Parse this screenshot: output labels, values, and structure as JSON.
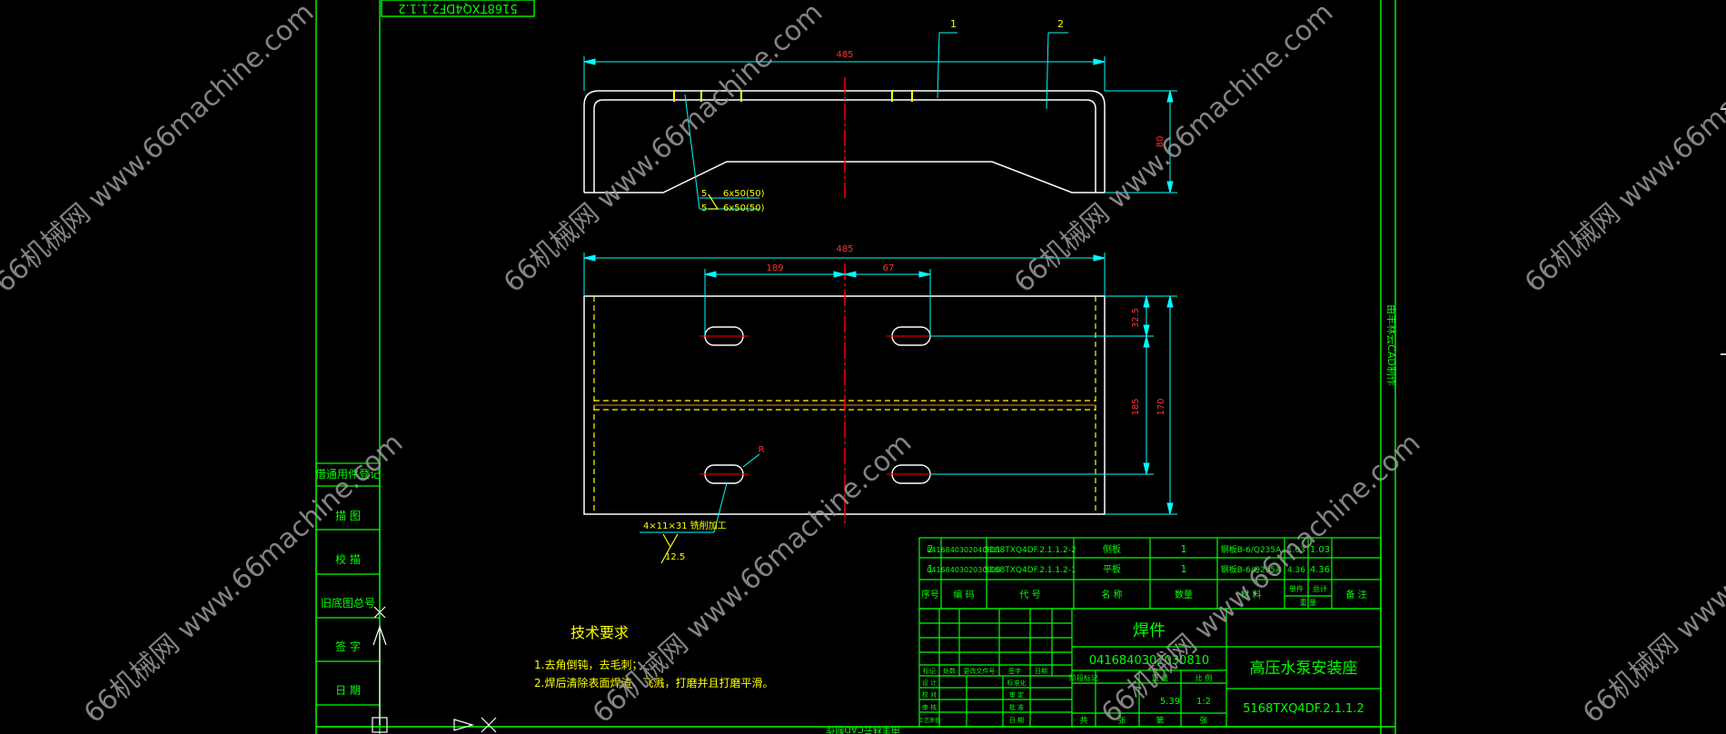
{
  "colors": {
    "background": "#000000",
    "frame": "#00ff00",
    "part_outline": "#ffffff",
    "dimension": "#00ffff",
    "center_line": "#ff0000",
    "weld_mark": "#ffff00",
    "watermark": "#9a9a9a"
  },
  "watermark": "66机械网 www.66machine.com",
  "frame": {
    "top_stamp": "5168TXQ4DF2.1.1.2",
    "side_note": "由丰林云CAD制作",
    "bottom_note": "由丰林云CAD制作"
  },
  "balloons": [
    "1",
    "2"
  ],
  "dims": {
    "top_width": "485",
    "top_height": "80",
    "plan_width": "485",
    "left_offset": "189",
    "right_offset": "67",
    "slot_top": "32.5",
    "slot_pitch": "185",
    "total_height": "170",
    "radius": "R"
  },
  "weld": {
    "line1_num": "5",
    "line1_spec": "6x50(50)",
    "line2_num": "5",
    "line2_spec": "6x50(50)"
  },
  "slot_note": {
    "label": "4×11×31 铣削加工",
    "roughness": "12.5"
  },
  "tech_req": {
    "title": "技术要求",
    "line1": "1.去角倒钝，去毛刺；",
    "line2": "2.焊后清除表面焊渣、飞溅，打磨并且打磨平滑。"
  },
  "left_table": [
    "借通用件登记",
    "描 图",
    "校 描",
    "旧底图总号",
    "签 字",
    "日 期"
  ],
  "bom": {
    "rows": [
      [
        "2",
        "0416840302040811",
        "5168TXQ4DF.2.1.1.2-2",
        "侧板",
        "1",
        "钢板B-6/Q235A",
        "1.03",
        "1.03"
      ],
      [
        "1",
        "0416840302030910",
        "5168TXQ4DF.2.1.1.2-1",
        "平板",
        "1",
        "钢板B-6/Q235A",
        "4.36",
        "4.36"
      ]
    ],
    "headers": [
      "序号",
      "编 码",
      "代 号",
      "名 称",
      "数量",
      "材 料",
      "单件",
      "总计",
      "备 注"
    ],
    "weight_sub": "重 量"
  },
  "title_block": {
    "kind": "焊件",
    "code": "0416840302030810",
    "name": "高压水泵安装座",
    "drawing_no": "5168TXQ4DF.2.1.1.2",
    "weight": "5.39",
    "scale": "1:2",
    "rev_cols": [
      "标记",
      "处数",
      "更改文件号",
      "签字",
      "日期"
    ],
    "sign_rows": [
      "设 计",
      "校 对",
      "审 核",
      "工艺审查"
    ],
    "sign_rows2": [
      "标准化",
      "审 定",
      "批 准",
      "日 期"
    ],
    "stage_head": [
      "阶段标记",
      "重 量",
      "比 例"
    ],
    "stage_row": [
      "共",
      "张",
      "第",
      "张"
    ]
  }
}
